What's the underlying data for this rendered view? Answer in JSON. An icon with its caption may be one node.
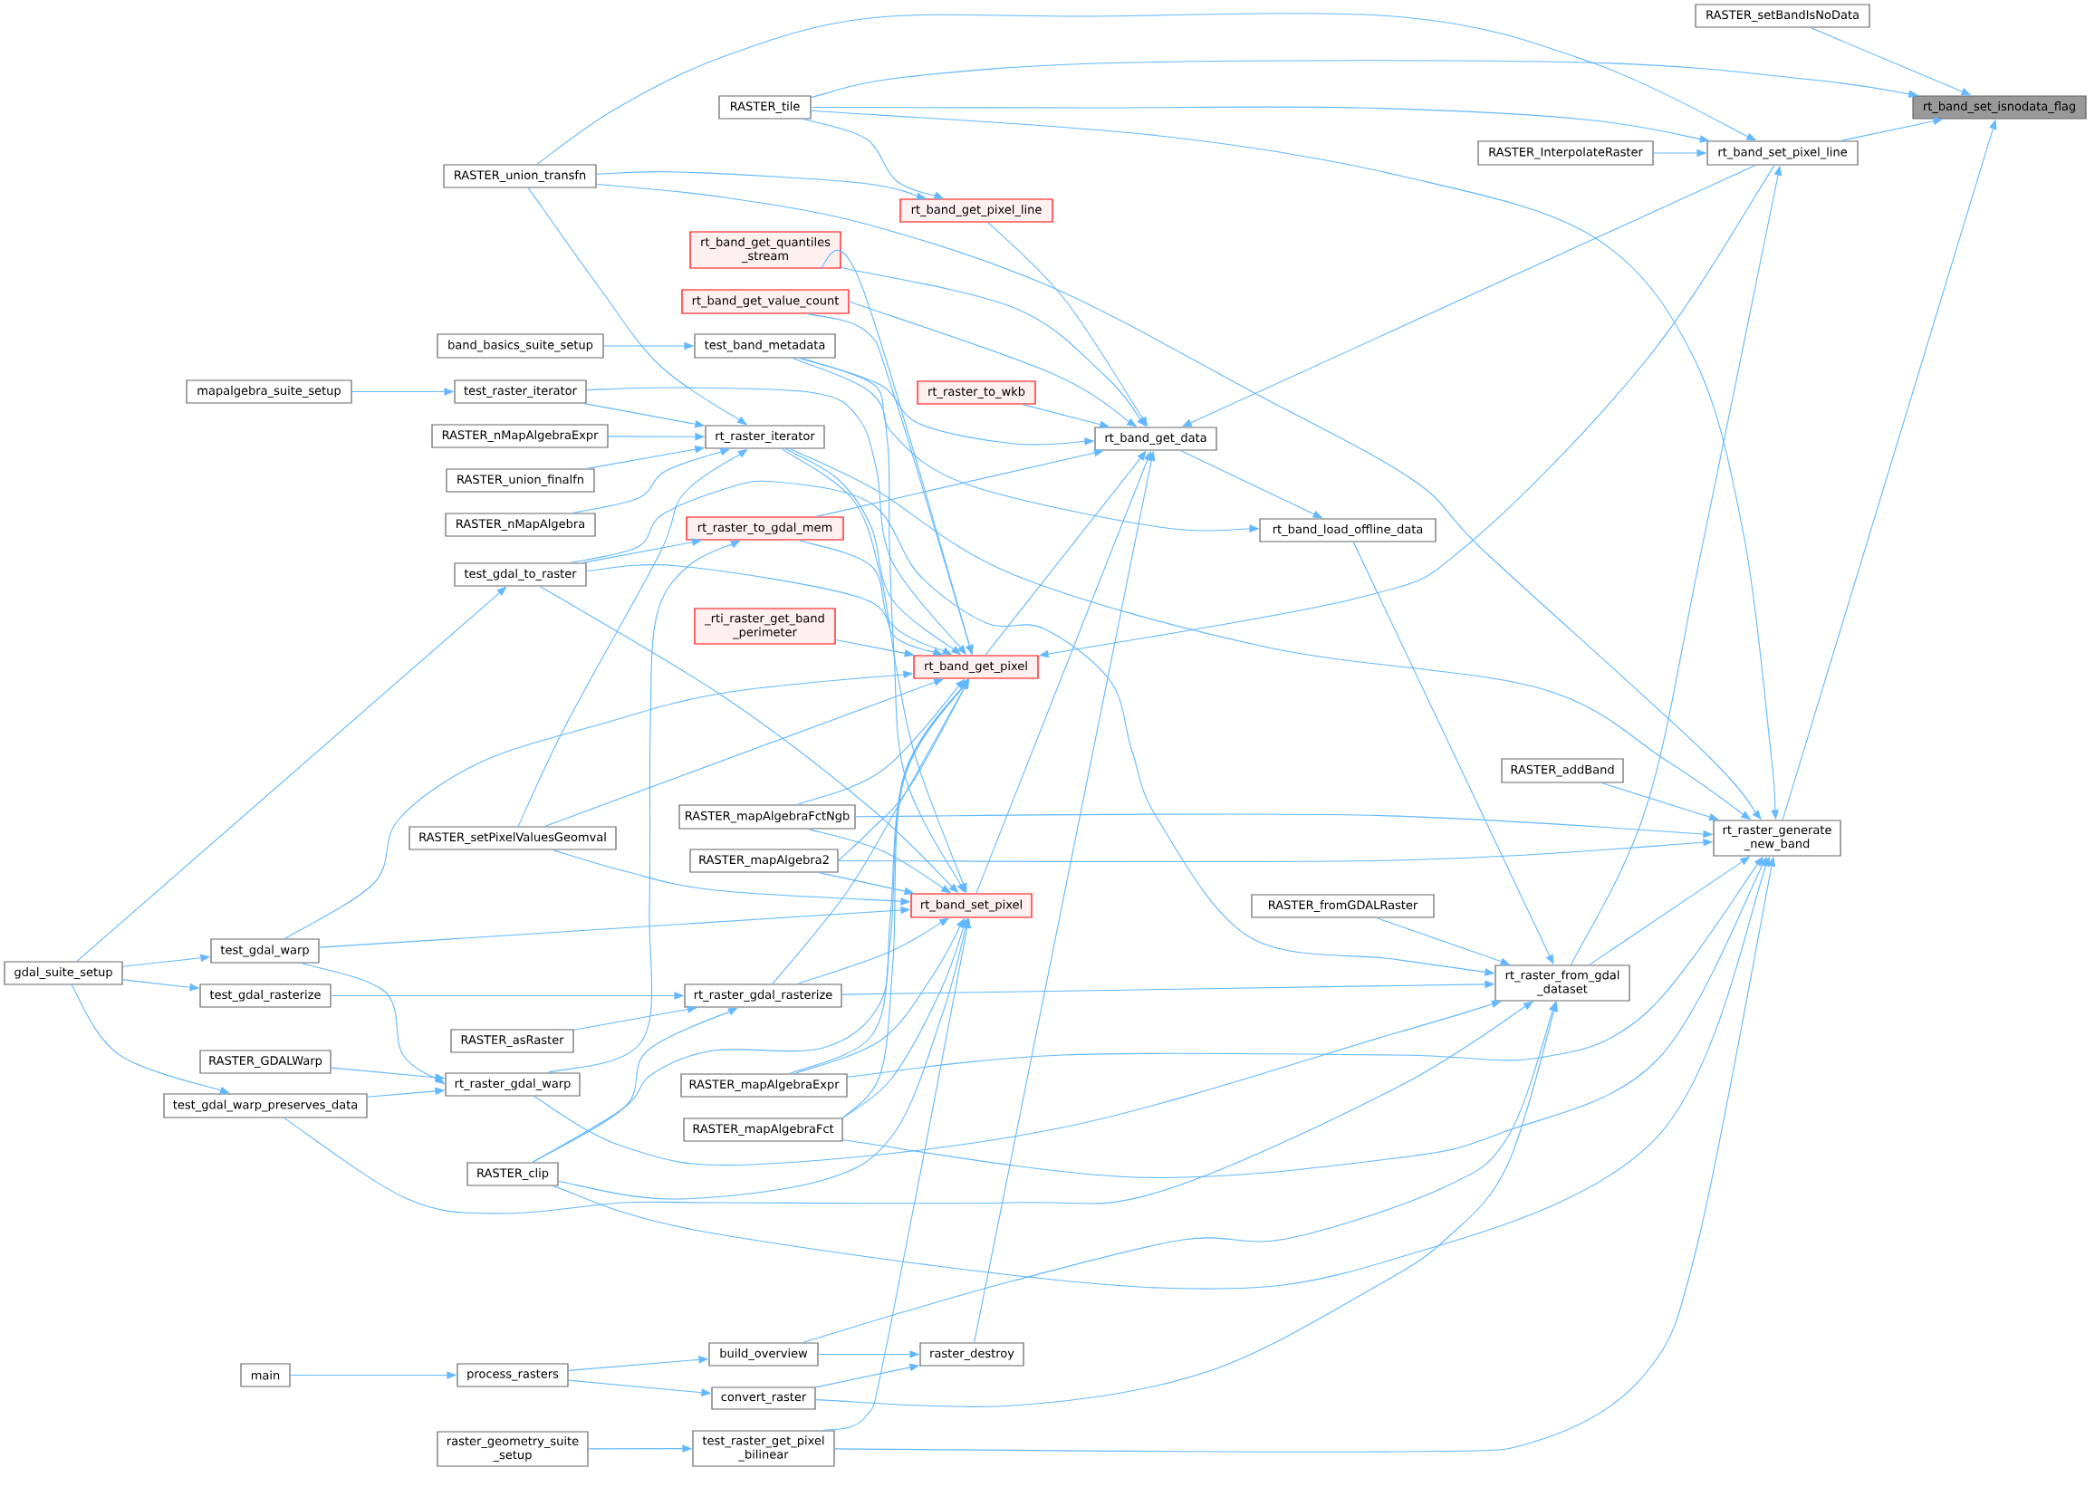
{
  "diagram": {
    "nodes": [
      {
        "text": [
          "RASTER_setBandIsNoData"
        ]
      },
      {
        "text": [
          "rt_band_set_isnodata_flag"
        ]
      },
      {
        "text": [
          "RASTER_tile"
        ]
      },
      {
        "text": [
          "rt_band_set_pixel_line"
        ]
      },
      {
        "text": [
          "RASTER_InterpolateRaster"
        ]
      },
      {
        "text": [
          "RASTER_union_transfn"
        ]
      },
      {
        "text": [
          "rt_band_get_pixel_line"
        ]
      },
      {
        "text": [
          "rt_band_get_quantiles _stream"
        ]
      },
      {
        "text": [
          "rt_band_get_value_count"
        ]
      },
      {
        "text": [
          "band_basics_suite_setup"
        ]
      },
      {
        "text": [
          "test_band_metadata"
        ]
      },
      {
        "text": [
          "mapalgebra_suite_setup"
        ]
      },
      {
        "text": [
          "test_raster_iterator"
        ]
      },
      {
        "text": [
          "rt_raster_to_wkb"
        ]
      },
      {
        "text": [
          "RASTER_nMapAlgebraExpr"
        ]
      },
      {
        "text": [
          "rt_raster_iterator"
        ]
      },
      {
        "text": [
          "rt_band_get_data"
        ]
      },
      {
        "text": [
          "RASTER_union_finalfn"
        ]
      },
      {
        "text": [
          "RASTER_nMapAlgebra"
        ]
      },
      {
        "text": [
          "rt_raster_to_gdal_mem"
        ]
      },
      {
        "text": [
          "rt_band_load_offline_data"
        ]
      },
      {
        "text": [
          "test_gdal_to_raster"
        ]
      },
      {
        "text": [
          "_rti_raster_get_band _perimeter"
        ]
      },
      {
        "text": [
          "rt_band_get_pixel"
        ]
      },
      {
        "text": [
          "RASTER_addBand"
        ]
      },
      {
        "text": [
          "RASTER_mapAlgebraFctNgb"
        ]
      },
      {
        "text": [
          "rt_raster_generate _new_band"
        ]
      },
      {
        "text": [
          "RASTER_setPixelValuesGeomval"
        ]
      },
      {
        "text": [
          "RASTER_mapAlgebra2"
        ]
      },
      {
        "text": [
          "rt_band_set_pixel"
        ]
      },
      {
        "text": [
          "RASTER_fromGDALRaster"
        ]
      },
      {
        "text": [
          "test_gdal_warp"
        ]
      },
      {
        "text": [
          "gdal_suite_setup"
        ]
      },
      {
        "text": [
          "rt_raster_from_gdal _dataset"
        ]
      },
      {
        "text": [
          "test_gdal_rasterize"
        ]
      },
      {
        "text": [
          "rt_raster_gdal_rasterize"
        ]
      },
      {
        "text": [
          "RASTER_asRaster"
        ]
      },
      {
        "text": [
          "RASTER_GDALWarp"
        ]
      },
      {
        "text": [
          "rt_raster_gdal_warp"
        ]
      },
      {
        "text": [
          "RASTER_mapAlgebraExpr"
        ]
      },
      {
        "text": [
          "test_gdal_warp_preserves_data"
        ]
      },
      {
        "text": [
          "RASTER_mapAlgebraFct"
        ]
      },
      {
        "text": [
          "RASTER_clip"
        ]
      },
      {
        "text": [
          "build_overview"
        ]
      },
      {
        "text": [
          "raster_destroy"
        ]
      },
      {
        "text": [
          "main"
        ]
      },
      {
        "text": [
          "process_rasters"
        ]
      },
      {
        "text": [
          "convert_raster"
        ]
      },
      {
        "text": [
          "raster_geometry_suite _setup"
        ]
      },
      {
        "text": [
          "test_raster_get_pixel _bilinear"
        ]
      }
    ],
    "edges": [
      {
        "from": 0,
        "to": 1,
        "arrow": "to"
      },
      {
        "from": 2,
        "to": 1,
        "arrow": "to"
      },
      {
        "from": 3,
        "to": 1,
        "arrow": "to"
      },
      {
        "from": 26,
        "to": 1,
        "arrow": "to"
      },
      {
        "from": 5,
        "to": 3,
        "arrow": "to"
      },
      {
        "from": 2,
        "to": 3,
        "arrow": "to"
      },
      {
        "from": 4,
        "to": 3,
        "arrow": "to"
      },
      {
        "from": 33,
        "to": 3,
        "arrow": "to"
      },
      {
        "from": 2,
        "to": 6,
        "arrow": "to"
      },
      {
        "from": 5,
        "to": 6,
        "arrow": "to"
      },
      {
        "from": 6,
        "to": 16,
        "arrow": "to"
      },
      {
        "from": 7,
        "to": 16,
        "arrow": "to"
      },
      {
        "from": 8,
        "to": 16,
        "arrow": "to"
      },
      {
        "from": 10,
        "to": 16,
        "arrow": "to"
      },
      {
        "from": 13,
        "to": 16,
        "arrow": "to"
      },
      {
        "from": 3,
        "to": 16,
        "arrow": "to"
      },
      {
        "from": 19,
        "to": 16,
        "arrow": "to"
      },
      {
        "from": 23,
        "to": 16,
        "arrow": "to"
      },
      {
        "from": 29,
        "to": 16,
        "arrow": "to"
      },
      {
        "from": 44,
        "to": 16,
        "arrow": "to"
      },
      {
        "from": 16,
        "to": 20,
        "arrow": "to"
      },
      {
        "from": 10,
        "to": 20,
        "arrow": "to"
      },
      {
        "from": 9,
        "to": 10,
        "arrow": "to"
      },
      {
        "from": 11,
        "to": 12,
        "arrow": "to"
      },
      {
        "from": 12,
        "to": 15,
        "arrow": "to"
      },
      {
        "from": 14,
        "to": 15,
        "arrow": "to"
      },
      {
        "from": 17,
        "to": 15,
        "arrow": "to"
      },
      {
        "from": 18,
        "to": 15,
        "arrow": "to"
      },
      {
        "from": 5,
        "to": 15,
        "arrow": "to"
      },
      {
        "from": 27,
        "to": 15,
        "arrow": "to"
      },
      {
        "from": 21,
        "to": 19,
        "arrow": "to"
      },
      {
        "from": 38,
        "to": 19,
        "arrow": "to"
      },
      {
        "from": 7,
        "to": 23,
        "arrow": "to"
      },
      {
        "from": 8,
        "to": 23,
        "arrow": "to"
      },
      {
        "from": 12,
        "to": 23,
        "arrow": "to"
      },
      {
        "from": 15,
        "to": 23,
        "arrow": "to"
      },
      {
        "from": 19,
        "to": 23,
        "arrow": "to"
      },
      {
        "from": 21,
        "to": 23,
        "arrow": "to"
      },
      {
        "from": 22,
        "to": 23,
        "arrow": "to"
      },
      {
        "from": 31,
        "to": 23,
        "arrow": "to"
      },
      {
        "from": 27,
        "to": 23,
        "arrow": "to"
      },
      {
        "from": 25,
        "to": 23,
        "arrow": "to"
      },
      {
        "from": 28,
        "to": 23,
        "arrow": "to"
      },
      {
        "from": 35,
        "to": 23,
        "arrow": "to"
      },
      {
        "from": 39,
        "to": 23,
        "arrow": "to"
      },
      {
        "from": 41,
        "to": 23,
        "arrow": "to"
      },
      {
        "from": 42,
        "to": 23,
        "arrow": "to"
      },
      {
        "from": 3,
        "to": 23,
        "arrow": "to"
      },
      {
        "from": 10,
        "to": 29,
        "arrow": "to"
      },
      {
        "from": 15,
        "to": 29,
        "arrow": "to"
      },
      {
        "from": 21,
        "to": 29,
        "arrow": "to"
      },
      {
        "from": 27,
        "to": 29,
        "arrow": "to"
      },
      {
        "from": 31,
        "to": 29,
        "arrow": "to"
      },
      {
        "from": 25,
        "to": 29,
        "arrow": "to"
      },
      {
        "from": 28,
        "to": 29,
        "arrow": "to"
      },
      {
        "from": 35,
        "to": 29,
        "arrow": "to"
      },
      {
        "from": 39,
        "to": 29,
        "arrow": "to"
      },
      {
        "from": 41,
        "to": 29,
        "arrow": "to"
      },
      {
        "from": 42,
        "to": 29,
        "arrow": "to"
      },
      {
        "from": 49,
        "to": 29,
        "arrow": "to"
      },
      {
        "from": 34,
        "to": 35,
        "arrow": "to"
      },
      {
        "from": 36,
        "to": 35,
        "arrow": "to"
      },
      {
        "from": 42,
        "to": 35,
        "arrow": "to"
      },
      {
        "from": 32,
        "to": 21,
        "arrow": "to"
      },
      {
        "from": 32,
        "to": 31,
        "arrow": "to"
      },
      {
        "from": 32,
        "to": 34,
        "arrow": "to"
      },
      {
        "from": 32,
        "to": 40,
        "arrow": "to"
      },
      {
        "from": 31,
        "to": 38,
        "arrow": "to"
      },
      {
        "from": 37,
        "to": 38,
        "arrow": "to"
      },
      {
        "from": 40,
        "to": 38,
        "arrow": "to"
      },
      {
        "from": 20,
        "to": 33,
        "arrow": "to"
      },
      {
        "from": 30,
        "to": 33,
        "arrow": "to"
      },
      {
        "from": 21,
        "to": 33,
        "arrow": "to"
      },
      {
        "from": 35,
        "to": 33,
        "arrow": "to"
      },
      {
        "from": 38,
        "to": 33,
        "arrow": "to"
      },
      {
        "from": 40,
        "to": 33,
        "arrow": "to"
      },
      {
        "from": 43,
        "to": 33,
        "arrow": "to"
      },
      {
        "from": 47,
        "to": 33,
        "arrow": "to"
      },
      {
        "from": 33,
        "to": 26,
        "arrow": "to"
      },
      {
        "from": 24,
        "to": 26,
        "arrow": "to"
      },
      {
        "from": 2,
        "to": 26,
        "arrow": "to"
      },
      {
        "from": 5,
        "to": 26,
        "arrow": "to"
      },
      {
        "from": 15,
        "to": 26,
        "arrow": "to"
      },
      {
        "from": 25,
        "to": 26,
        "arrow": "to"
      },
      {
        "from": 28,
        "to": 26,
        "arrow": "to"
      },
      {
        "from": 39,
        "to": 26,
        "arrow": "to"
      },
      {
        "from": 41,
        "to": 26,
        "arrow": "to"
      },
      {
        "from": 42,
        "to": 26,
        "arrow": "to"
      },
      {
        "from": 49,
        "to": 26,
        "arrow": "to"
      },
      {
        "from": 45,
        "to": 46,
        "arrow": "to"
      },
      {
        "from": 46,
        "to": 43,
        "arrow": "to"
      },
      {
        "from": 46,
        "to": 47,
        "arrow": "to"
      },
      {
        "from": 48,
        "to": 49,
        "arrow": "to"
      },
      {
        "from": 43,
        "to": 44,
        "arrow": "to"
      },
      {
        "from": 47,
        "to": 44,
        "arrow": "to"
      }
    ]
  }
}
